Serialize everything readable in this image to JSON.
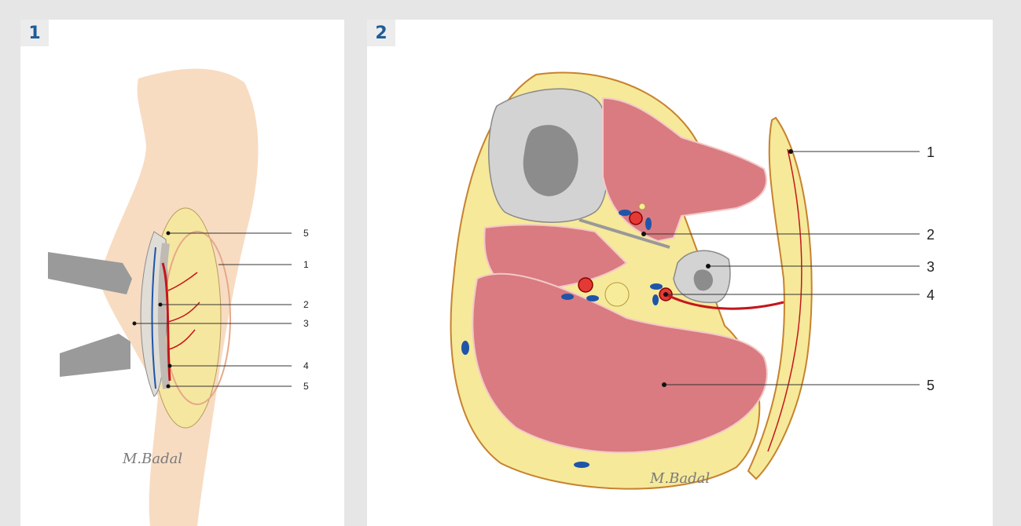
{
  "panels": [
    {
      "number": "1",
      "labels": [
        "5",
        "1",
        "2",
        "3",
        "4",
        "5"
      ],
      "signature": "M.Badal"
    },
    {
      "number": "2",
      "labels": [
        "1",
        "2",
        "3",
        "4",
        "5"
      ],
      "signature": "M.Badal"
    }
  ],
  "colors": {
    "skin": "#f7d9bd",
    "fat": "#f7ec9a",
    "muscle": "#d97b80",
    "bone": "#d3d3d3",
    "marrow": "#8c8c8c",
    "artery": "#c4161c",
    "vein": "#1e55a8",
    "badge_text": "#1f5c99"
  }
}
